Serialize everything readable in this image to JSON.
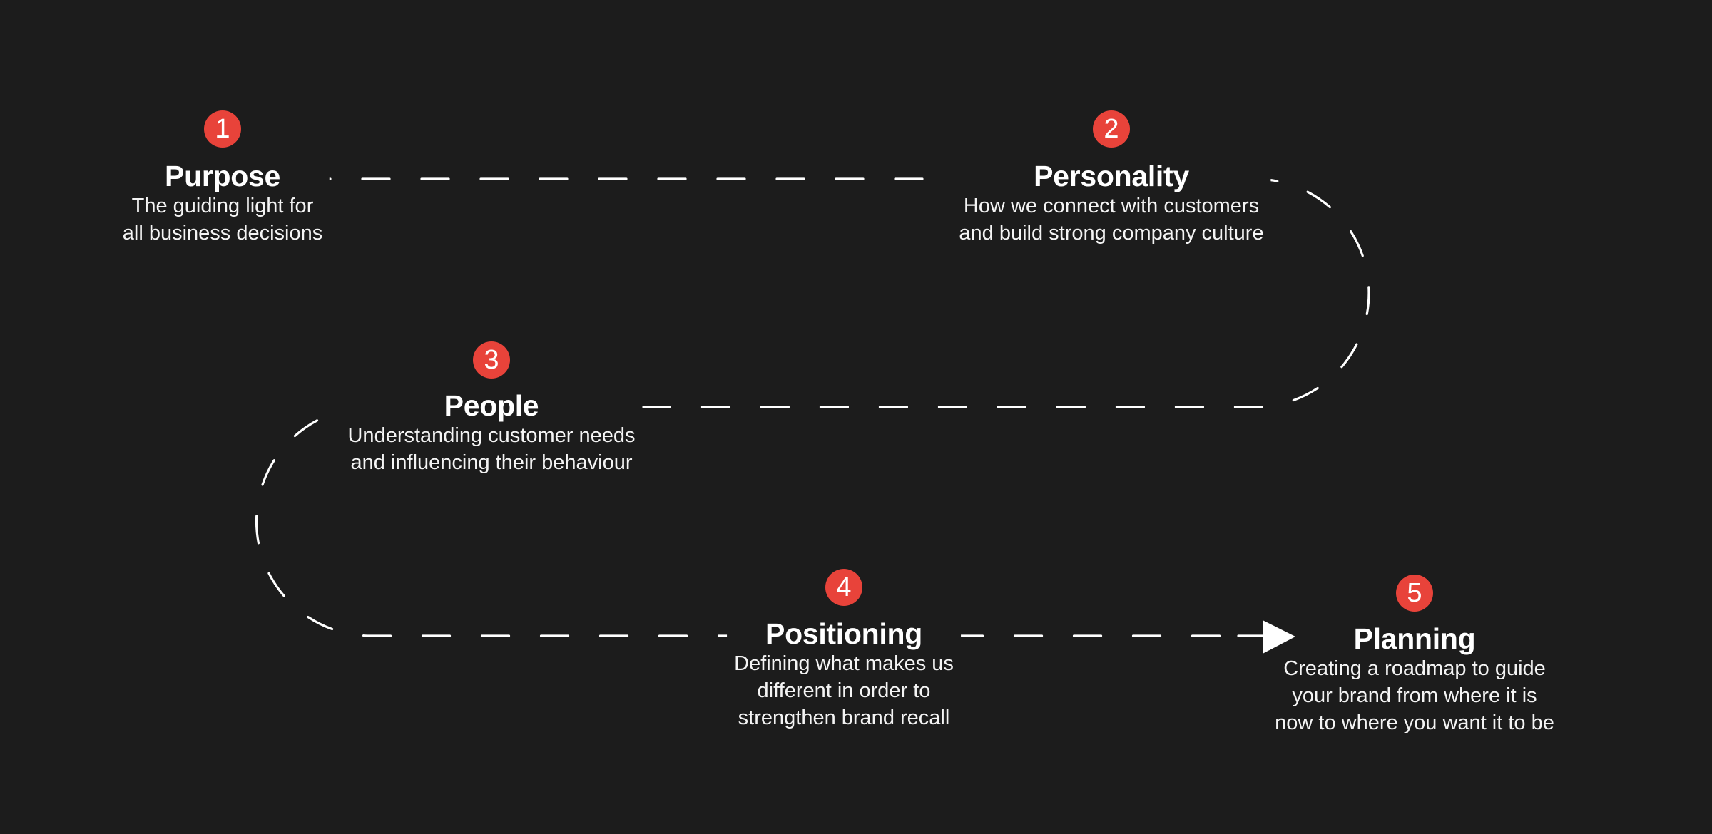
{
  "diagram": {
    "type": "process-roadmap",
    "colors": {
      "background": "#1c1c1c",
      "badge": "#e8433a",
      "text": "#ffffff",
      "path": "#ffffff"
    },
    "steps": [
      {
        "number": "1",
        "title": "Purpose",
        "description_lines": [
          "The guiding light for",
          "all business decisions"
        ]
      },
      {
        "number": "2",
        "title": "Personality",
        "description_lines": [
          "How we connect with customers",
          "and build strong company culture"
        ]
      },
      {
        "number": "3",
        "title": "People",
        "description_lines": [
          "Understanding customer needs",
          "and influencing their behaviour"
        ]
      },
      {
        "number": "4",
        "title": "Positioning",
        "description_lines": [
          "Defining what makes us",
          "different in order to",
          "strengthen brand recall"
        ]
      },
      {
        "number": "5",
        "title": "Planning",
        "description_lines": [
          "Creating a roadmap to guide",
          "your brand from where it is",
          "now to where you want it to be"
        ]
      }
    ],
    "connector": {
      "style": "dashed",
      "end": "arrow-icon"
    }
  }
}
